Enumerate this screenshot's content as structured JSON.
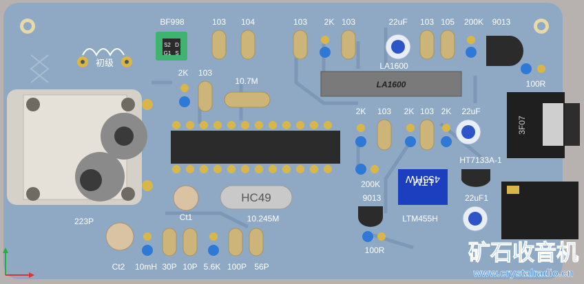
{
  "board": {
    "colors": {
      "background": "#b7b2b0",
      "pcb": "#8fa9c4",
      "pcb_dark": "#6f8aa8",
      "trace": "#7c98b6",
      "pad": "#d9b64a",
      "capacitor": "#cdb57a",
      "chip": "#2b2b2b",
      "text": "#ffffff",
      "watermark": "#3a8fe0"
    }
  },
  "labels": {
    "bf998": "BF998",
    "chuji": "初级",
    "c103a": "103",
    "c104": "104",
    "c103b": "103",
    "r2k_top": "2K",
    "c103c": "103",
    "c22uf_top": "22uF",
    "c103d": "103",
    "c105": "105",
    "r200k_top": "200K",
    "q9013_top": "9013",
    "la1600_under": "LA1600",
    "la1600_chip": "LA1600",
    "r2k_left": "2K",
    "c103_left": "103",
    "f107m": "10.7M",
    "r100r_right": "100R",
    "r2k_m1": "2K",
    "c103_m1": "103",
    "r2k_m2": "2K",
    "c103_m2": "103",
    "r2k_m3": "2K",
    "c22uf_m": "22uF",
    "ht7133": "HT7133A-1",
    "r200k_mid": "200K",
    "ltm_1": "LTM",
    "ltm_2": "455HW",
    "ltm455h": "LTM455H",
    "c22uf1": "22uF1",
    "q9013_bot": "9013",
    "hc49": "HC49",
    "f10245": "10.245M",
    "ct1": "Ct1",
    "c223p": "223P",
    "ct2": "Ct2",
    "b10mh": "10mH",
    "b30p": "30P",
    "b10p": "10P",
    "b56k": "5.6K",
    "b100p": "100P",
    "b56p": "56P",
    "r100r_bot": "100R",
    "f3f07": "3F07",
    "trans_s2": "S2",
    "trans_d": "D",
    "trans_g1": "G1",
    "trans_s": "S"
  },
  "watermark": {
    "title": "矿石收音机",
    "url": "www.crystalradio.cn"
  }
}
